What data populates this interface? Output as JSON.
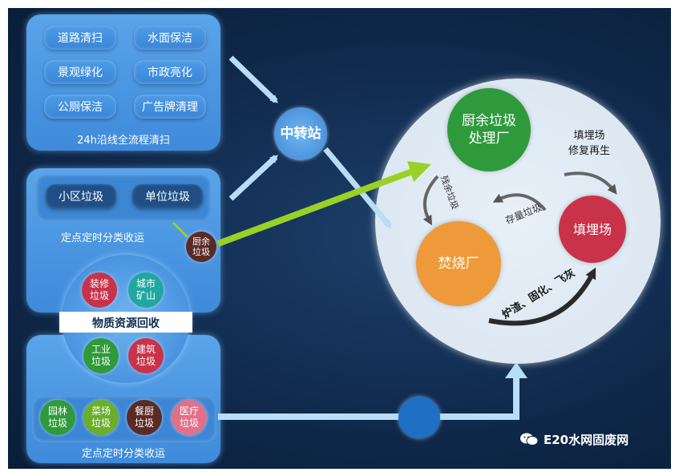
{
  "top_panel": {
    "items": [
      "道路清扫",
      "水面保洁",
      "景观绿化",
      "市政亮化",
      "公厕保洁",
      "广告牌清理"
    ],
    "caption": "24h沿线全流程清扫"
  },
  "middle_panel": {
    "items": [
      "小区垃圾",
      "单位垃圾"
    ],
    "caption": "定点定时分类收运"
  },
  "kitchen_waste_ball": "厨余\n垃圾",
  "resource_recovery": {
    "label": "物质资源回收",
    "top_balls": [
      "装修\n垃圾",
      "城市\n矿山"
    ],
    "bottom_balls": [
      "工业\n垃圾",
      "建筑\n垃圾"
    ]
  },
  "bottom_panel": {
    "balls": [
      "园林\n垃圾",
      "菜场\n垃圾",
      "餐厨\n垃圾",
      "医疗\n垃圾"
    ],
    "caption": "定点定时分类收运"
  },
  "transfer_station": "中转站",
  "facility": {
    "kitchen_plant": "厨余垃圾\n处理厂",
    "incinerator": "焚烧厂",
    "landfill": "填埋场",
    "landfill_repair": "填埋场\n修复再生",
    "residue_label": "残余垃圾",
    "stock_label": "存量垃圾",
    "ash_label": "炉渣、固化、飞灰"
  },
  "watermark": "E20水网固废网",
  "colors": {
    "green": "#2f9a3c",
    "orange": "#ee9a3a",
    "red": "#c8334a",
    "teal": "#1fa7a0",
    "brown": "#5a2a25",
    "arrow_light": "#a9d7f5",
    "arrow_green": "#9ad126"
  }
}
